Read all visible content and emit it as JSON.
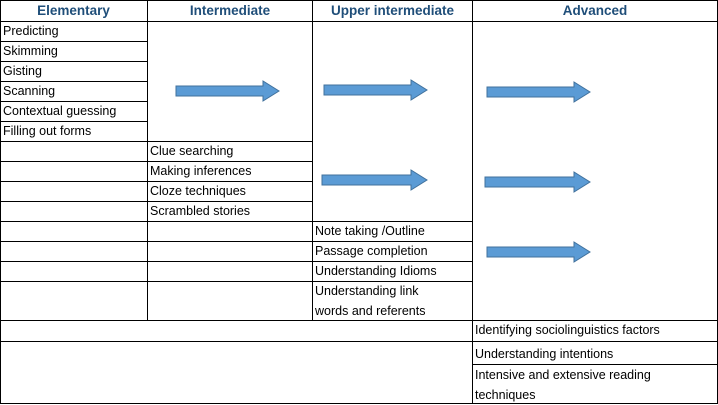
{
  "headers": {
    "elementary": "Elementary",
    "intermediate": "Intermediate",
    "upper_intermediate": "Upper intermediate",
    "advanced": "Advanced"
  },
  "elementary_skills": [
    "Predicting",
    "Skimming",
    "Gisting",
    "Scanning",
    "Contextual guessing",
    "Filling out forms"
  ],
  "intermediate_skills": [
    "Clue searching",
    "Making inferences",
    "Cloze techniques",
    "Scrambled stories"
  ],
  "upper_intermediate_skills": [
    "Note taking /Outline",
    "Passage completion",
    "Understanding Idioms",
    "Understanding link",
    "words and referents"
  ],
  "advanced_skills": [
    "Identifying sociolinguistics factors",
    "Understanding intentions",
    "Intensive and extensive reading",
    "techniques"
  ],
  "colors": {
    "header_text": "#1f4e79",
    "arrow_fill": "#5b9bd5",
    "arrow_stroke": "#41719c"
  },
  "icons": {
    "arrow": "right-arrow-icon"
  }
}
